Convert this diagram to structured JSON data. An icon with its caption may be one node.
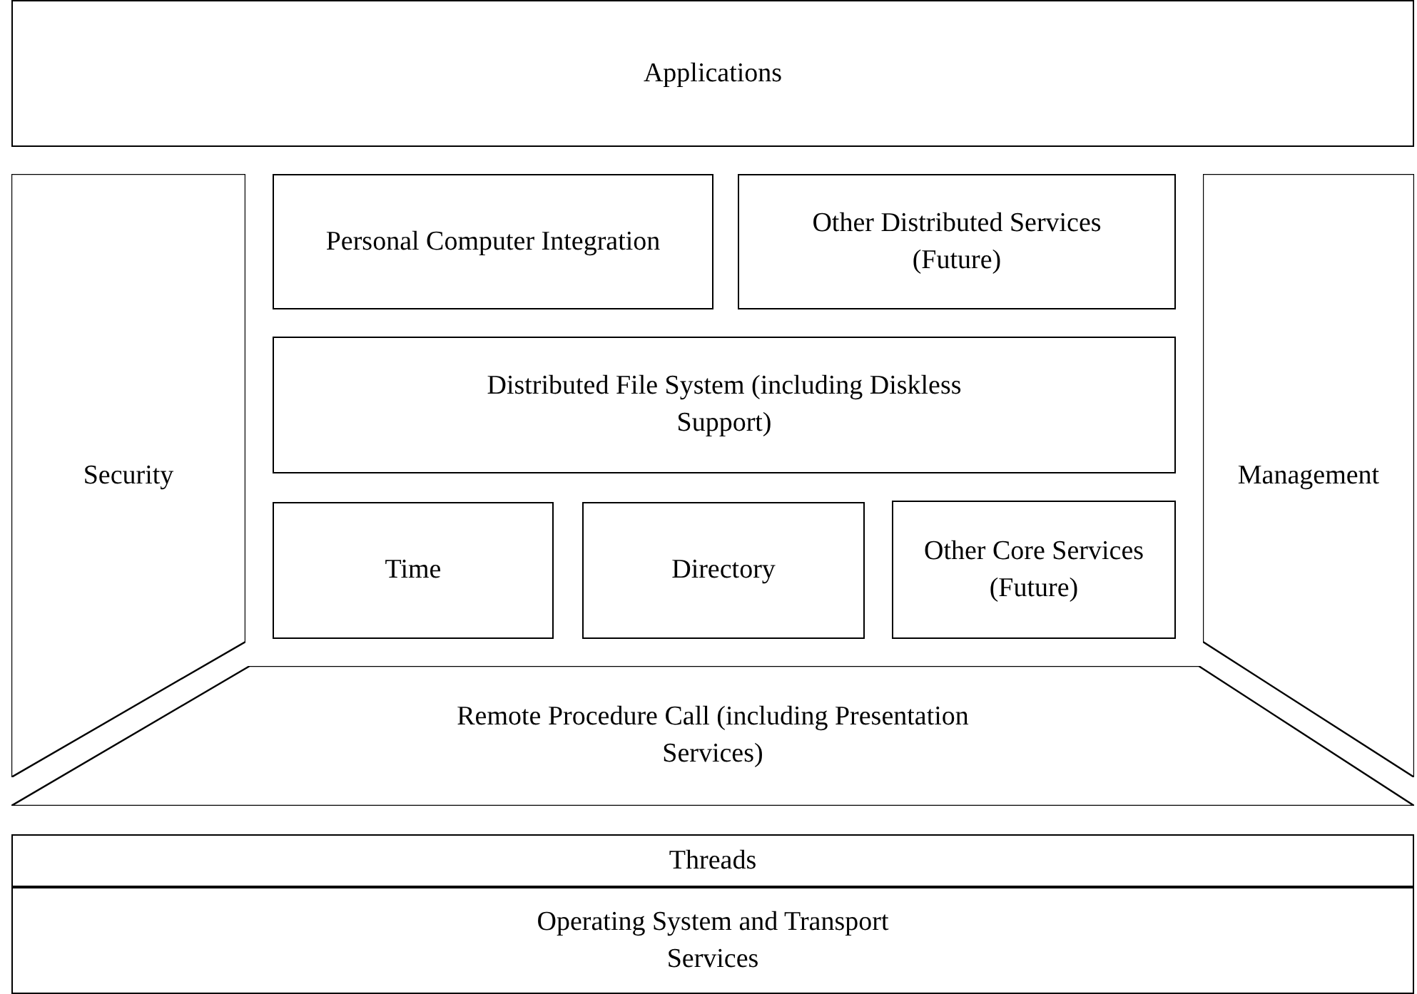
{
  "diagram": {
    "nodes": [
      {
        "text": [
          "Applications"
        ]
      },
      {
        "text": [
          "Security"
        ]
      },
      {
        "text": [
          "Personal Computer Integration"
        ]
      },
      {
        "text": [
          "Other Distributed Services (Future)"
        ]
      },
      {
        "text": [
          "Management"
        ]
      },
      {
        "text": [
          "Distributed File System (including Diskless Support)"
        ]
      },
      {
        "text": [
          "Time"
        ]
      },
      {
        "text": [
          "Directory"
        ]
      },
      {
        "text": [
          "Other Core Services (Future)"
        ]
      },
      {
        "text": [
          "Remote Procedure Call (including Presentation Services)"
        ]
      },
      {
        "text": [
          "Threads"
        ]
      },
      {
        "text": [
          "Operating System and Transport Services"
        ]
      }
    ]
  }
}
